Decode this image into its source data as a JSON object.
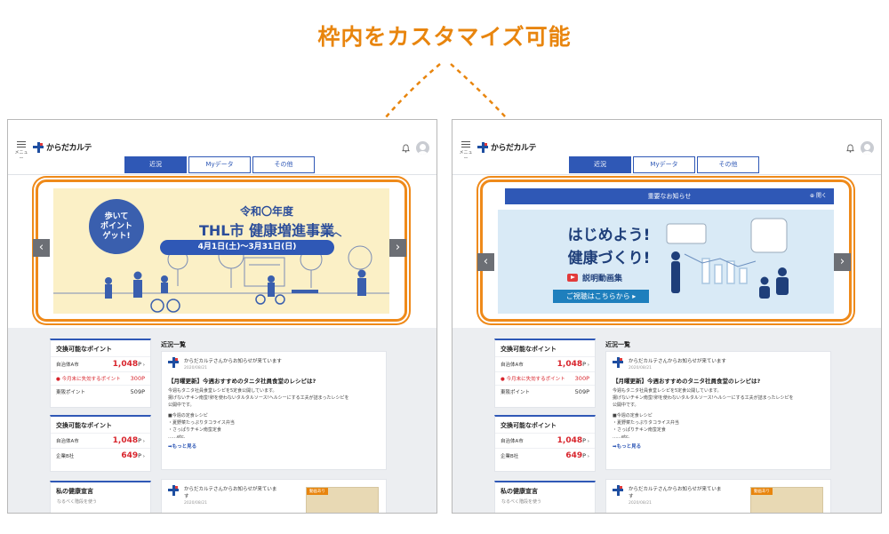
{
  "headline": "枠内をカスタマイズ可能",
  "colors": {
    "accent": "#ef8a1a",
    "primary": "#2f58b6",
    "point_red": "#d8242c"
  },
  "app": {
    "menu_label": "メニュー",
    "logo_text": "からだカルテ",
    "tabs": [
      {
        "label": "近況",
        "active": true
      },
      {
        "label": "Myデータ",
        "active": false
      },
      {
        "label": "その他",
        "active": false
      }
    ]
  },
  "left_banner": {
    "badge_lines": [
      "歩いて",
      "ポイント",
      "ゲット!"
    ],
    "reiwa": "令和〇年度",
    "project": "THL市 健康増進事業",
    "dates": "4月1日(土)〜3月31日(日)"
  },
  "right_banner": {
    "notice": "重要なお知らせ",
    "notice_more": "開く",
    "title_lines": [
      "はじめよう!",
      "健康づくり!"
    ],
    "video_label": "説明動画集",
    "watch_button": "ご視聴はこちらから"
  },
  "points_card": {
    "title": "交換可能なポイント",
    "rows": [
      {
        "label": "自治体A市",
        "value": "1,048",
        "unit": "P",
        "type": "big"
      },
      {
        "label": "今月末に失効するポイント",
        "value": "300P",
        "type": "warn"
      },
      {
        "label": "東阪ポイント",
        "value": "509P",
        "type": "small"
      }
    ]
  },
  "points_card2": {
    "title": "交換可能なポイント",
    "rows": [
      {
        "label": "自治体A市",
        "value": "1,048",
        "unit": "P"
      },
      {
        "label": "企業B社",
        "value": "649",
        "unit": "P"
      }
    ]
  },
  "declaration_card": {
    "title": "私の健康宣言",
    "preview": "なるべく階段を使う"
  },
  "news": {
    "section_label": "近況一覧",
    "item1": {
      "from": "からだカルテさんからお知らせが来ています",
      "date": "2020/08/21",
      "title": "【月曜更新】今週おすすめのタニタ社員食堂のレシピは?",
      "body": [
        "今週もタニタ社員食堂レシピを5定食公開しています。",
        "揚げないチキン南蛮!卵を使わないタルタルソース!ヘルシーにする工夫が詰まったレシピを",
        "公開中です。",
        "",
        "■今週の定食レシピ",
        "・夏野菜たっぷりタコライス弁当",
        "・さっぱりチキン南蛮定食",
        "……etc."
      ],
      "more": "➡もっと見る"
    },
    "item2": {
      "from": "からだカルテさんからお知らせが来ていま",
      "from2": "す",
      "date": "2020/08/21",
      "tag": "動画あり"
    }
  }
}
